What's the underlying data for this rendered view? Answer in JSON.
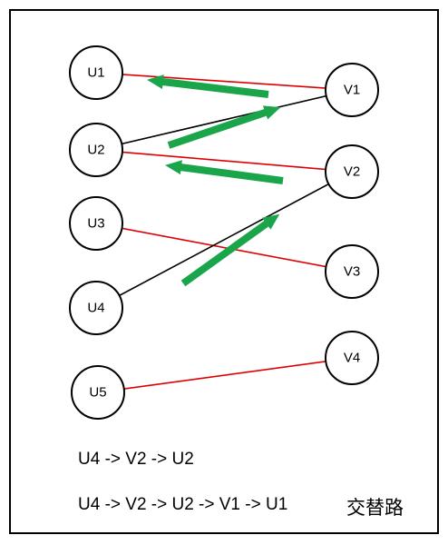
{
  "diagram": {
    "title": "",
    "left_nodes": [
      {
        "id": "U1",
        "label": "U1"
      },
      {
        "id": "U2",
        "label": "U2"
      },
      {
        "id": "U3",
        "label": "U3"
      },
      {
        "id": "U4",
        "label": "U4"
      },
      {
        "id": "U5",
        "label": "U5"
      }
    ],
    "right_nodes": [
      {
        "id": "V1",
        "label": "V1"
      },
      {
        "id": "V2",
        "label": "V2"
      },
      {
        "id": "V3",
        "label": "V3"
      },
      {
        "id": "V4",
        "label": "V4"
      }
    ],
    "edges": [
      {
        "from": "U1",
        "to": "V1",
        "type": "matched"
      },
      {
        "from": "U2",
        "to": "V1",
        "type": "unmatched"
      },
      {
        "from": "U2",
        "to": "V2",
        "type": "matched"
      },
      {
        "from": "U3",
        "to": "V3",
        "type": "matched"
      },
      {
        "from": "U4",
        "to": "V2",
        "type": "unmatched"
      },
      {
        "from": "U5",
        "to": "V4",
        "type": "matched"
      }
    ],
    "path_arrows": [
      {
        "from": "U4",
        "to": "V2"
      },
      {
        "from": "V2",
        "to": "U2"
      },
      {
        "from": "U2",
        "to": "V1"
      },
      {
        "from": "V1",
        "to": "U1"
      }
    ],
    "colors": {
      "matched_edge": "#e00000",
      "unmatched_edge": "#000000",
      "arrow": "#1aa54a",
      "node_stroke": "#000000",
      "node_fill": "#ffffff"
    }
  },
  "annotations": {
    "path_short": "U4 -> V2 -> U2",
    "path_full": "U4 -> V2 -> U2 -> V1 -> U1",
    "alternating_path_label": "交替路"
  }
}
